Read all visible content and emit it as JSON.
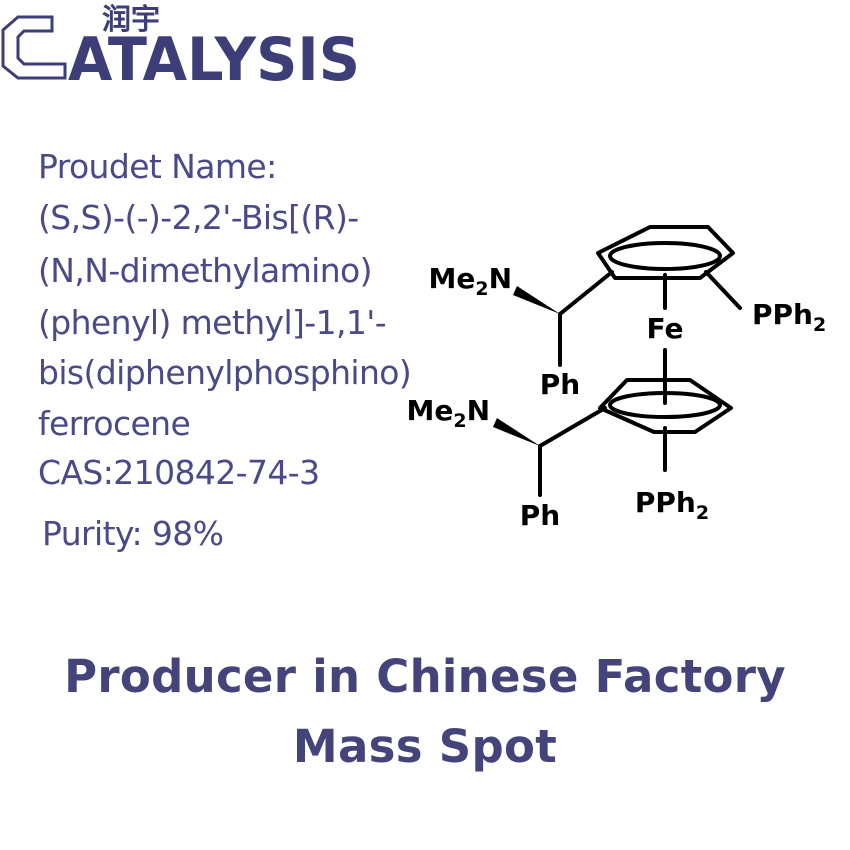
{
  "logo": {
    "cn": "润宇",
    "word": "ATALYSIS",
    "brand_color": "#3d3d78"
  },
  "product": {
    "name_label": "Proudet Name:",
    "name_lines": [
      "(S,S)-(-)-2,2'-Bis[(R)-",
      "(N,N-dimethylamino)",
      "(phenyl) methyl]-1,1'-",
      "bis(diphenylphosphino)",
      "ferrocene"
    ],
    "cas": "CAS:210842-74-3",
    "purity": "Purity: 98%"
  },
  "structure": {
    "fe": "Fe",
    "top_nme2": "Me2N",
    "top_pph2": "PPh2",
    "top_ph": "Ph",
    "bottom_nme2": "Me2N",
    "bottom_pph2": "PPh2",
    "bottom_ph": "Ph"
  },
  "tagline": {
    "line1": "Producer in Chinese Factory",
    "line2": "Mass Spot"
  },
  "colors": {
    "text": "#4a4a88",
    "tagline": "#44447a",
    "structure": "#000000"
  }
}
